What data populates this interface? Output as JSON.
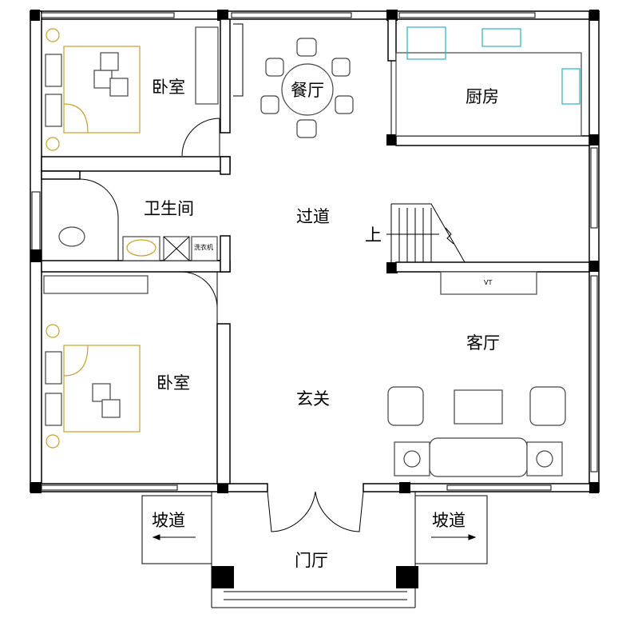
{
  "title": "Floor Plan",
  "rooms": {
    "bedroom_top": "卧室",
    "dining": "餐厅",
    "kitchen": "厨房",
    "bathroom": "卫生间",
    "corridor": "过道",
    "stairs_up": "上",
    "living": "客厅",
    "bedroom_bottom": "卧室",
    "foyer": "玄关",
    "ramp_left": "坡道",
    "ramp_right": "坡道",
    "entrance_hall": "门厅"
  },
  "fixtures": {
    "washer": "洗衣机",
    "tv": "VT"
  }
}
